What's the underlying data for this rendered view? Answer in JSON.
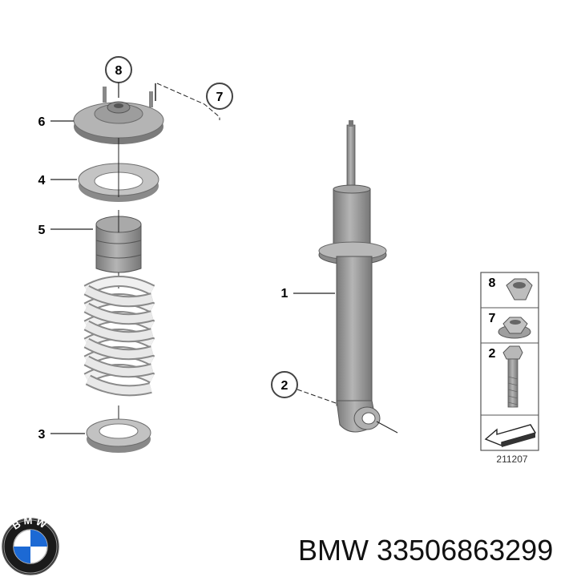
{
  "callouts": {
    "c8": "8",
    "c7": "7",
    "c6": "6",
    "c4": "4",
    "c5": "5",
    "c3": "3",
    "c1": "1",
    "c2": "2"
  },
  "legend": {
    "items": [
      {
        "num": "8",
        "part": "nut"
      },
      {
        "num": "7",
        "part": "flange-nut"
      },
      {
        "num": "2",
        "part": "bolt"
      }
    ]
  },
  "diagram_code": "211207",
  "brand": {
    "logo_letters": "BMW",
    "footer_label": "BMW 33506863299"
  },
  "colors": {
    "part_gray": "#9a9a9a",
    "part_dark": "#6f6f6f",
    "part_light": "#c9c9c9",
    "spring": "#e6e6e6",
    "bmw_blue": "#1c69d4"
  }
}
